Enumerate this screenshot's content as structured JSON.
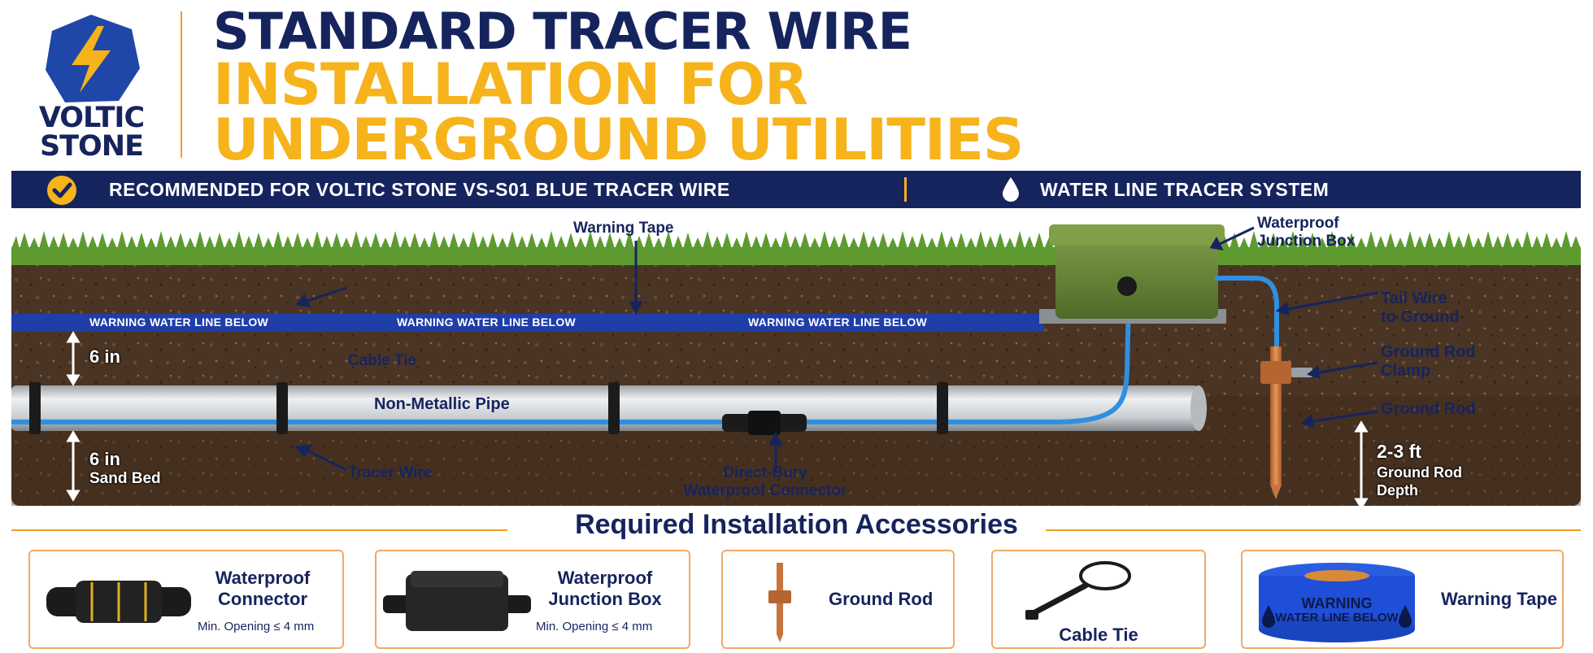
{
  "brand": {
    "name_line1": "VOLTIC",
    "name_line2": "STONE",
    "logo_icon": "lightning-bolt-icon",
    "logo_color": "#1f47a8",
    "bolt_color": "#f6b31b"
  },
  "title": {
    "line1": "STANDARD TRACER WIRE",
    "line2": "INSTALLATION FOR",
    "line3": "UNDERGROUND UTILITIES"
  },
  "banner": {
    "left_text": "RECOMMENDED FOR VOLTIC STONE VS-S01 BLUE TRACER WIRE",
    "left_icon": "checkmark-icon",
    "right_text": "WATER LINE TRACER SYSTEM",
    "right_icon": "water-drop-icon"
  },
  "scene": {
    "warning_tape_label": "Warning Tape",
    "tape_text": "WARNING WATER LINE BELOW",
    "cable_tie_label": "Cable Tie",
    "pipe_label": "Non-Metallic Pipe",
    "tracer_wire_label": "Tracer Wire",
    "connector_label_line1": "Direct-Bury",
    "connector_label_line2": "Waterproof Connector",
    "junction_label_line1": "Waterproof",
    "junction_label_line2": "Junction Box",
    "tail_label_line1": "Tail Wire",
    "tail_label_line2": "to Ground",
    "clamp_label_line1": "Ground Rod",
    "clamp_label_line2": "Clamp",
    "rod_label": "Ground Rod",
    "depth_top": "6 in",
    "depth_bottom": "6 in",
    "depth_bottom_sub": "Sand Bed",
    "rod_depth": "2-3 ft",
    "rod_depth_sub_line1": "Ground Rod",
    "rod_depth_sub_line2": "Depth"
  },
  "accessories": {
    "title": "Required Installation Accessories",
    "items": [
      {
        "name_line1": "Waterproof",
        "name_line2": "Connector",
        "note": "Min. Opening ≤ 4 mm"
      },
      {
        "name_line1": "Waterproof",
        "name_line2": "Junction Box",
        "note": "Min. Opening ≤ 4 mm"
      },
      {
        "name_line1": "Ground Rod"
      },
      {
        "name_line1": "Cable Tie"
      },
      {
        "name_line1": "Warning Tape",
        "tape_line1": "WARNING",
        "tape_line2": "WATER LINE BELOW"
      }
    ]
  },
  "colors": {
    "navy": "#16245e",
    "gold": "#f6b31b",
    "tape_blue": "#1f3ea8",
    "soil": "#4a3423",
    "grass": "#4f8a2a",
    "junction_green": "#5e7d34",
    "copper": "#c8743c",
    "wire_blue": "#2f8fe0"
  }
}
